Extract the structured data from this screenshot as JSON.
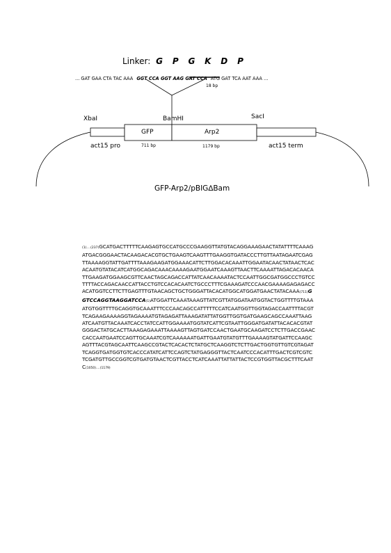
{
  "linker": {
    "label": "Linker:",
    "residues": [
      "G",
      "P",
      "G",
      "K",
      "D",
      "P"
    ],
    "seq_before": "... GAT GAA CTA TAC AAA",
    "seq_linker": "GGT CCA GGT AAG GAT CCA",
    "seq_after": "ATG GAT TCA AAT AAA ...",
    "bp_label": "18 bp"
  },
  "sites": {
    "xbai": "XbaI",
    "bamhi": "BamHI",
    "saci": "SacI"
  },
  "features": {
    "gfp": "GFP",
    "gfp_bp": "711 bp",
    "arp2": "Arp2",
    "arp2_bp": "1179 bp",
    "promoter": "act15 pro",
    "terminator": "act15 term"
  },
  "plasmid_name": "GFP-Arp2/pBIG∆Bam",
  "sequence": {
    "start_marker": "(1)....(237)",
    "part1": "GCATGACTTTTTCAAGAGTGCCATGCCCGAAGGTTATGTACAGGAAAGAACTATATTTTCAAAGATGACGGGAACTACAAGACACGTGCTGAAGTCAAGTTTGAAGGTGATACCCTTGTTAATAGAATCGAGTTAAAAGGTATTGATTTTAAAGAAGATGGAAACATTCTTGGACACAAATTGGAATACAACTATAACTCACACAATGTATACATCATGGCAGACAAACAAAAGAATGGAATCAAAGTTAACTTCAAAATTAGACACAACATTGAAGATGGAAGCGTTCAACTAGCAGACCATTATCAACAAAATACTCCAATTGGCGATGGCCCTGTCCTTTTACCAGACAACCATTACCTGTCCACACAATCTGCCCTTTCGAAAGATCCCAACGAAAAGAGAGACCACATGGTCCTTCTTGAGTTTGTAACAGCTGCTGGGATTACACATGGCATGGATGAACTATACAAA",
    "marker_711": "(711)",
    "linker_seq": "GGTCCAGGTAAGGATCCA",
    "marker_1": "(1)",
    "part2": "ATGGATTCAAATAAAGTTATCGTTATGGATAATGGTACTGGTTTTGTAAAATGTGGTTTTGCAGGTGCAAATTTCCCAACAGCCATTTTTCCATCAATGGTTGGTAGACCAATTTTACGTTCAGAAGAAAAGGTAGAAAATGTAGAGATTAAAGATATTATGGTTGGTGATGAAGCAGCCAAATTAAGATCAATGTTACAAATCACCTATCCATTGGAAAATGGTATCATTCGTAATTGGGATGATATTACACACGTATGGGACTATGCACTTAAAGAGAAATTAAAAGTTAGTGATCCAACTGAATGCAAGATCCTCTTGACCGAACCACCAATGAATCCAGTTGCAAATCGTCAAAAAATGATTGAATGTATGTTTGAAAAGTATGATTCCAAGCAGTTTACGTAGCAATTCAAGCCGTACTCACACTCTATGCTCAAGGTCTCTTGACTGGTGTTGTCGTAGATTCAGGTGATGGTGTCACCCATATCATTCCAGTCTATGAGGGTTACTCAATCCCACATTTGACTCGTCGTCTCGATGTTGCCGGTCGTGATGTAACTCGTTACCTCATCAAATTATTATTACTCCGTGGTTACGCTTTCAATC",
    "end_marker": "(1050)....(1179)"
  }
}
